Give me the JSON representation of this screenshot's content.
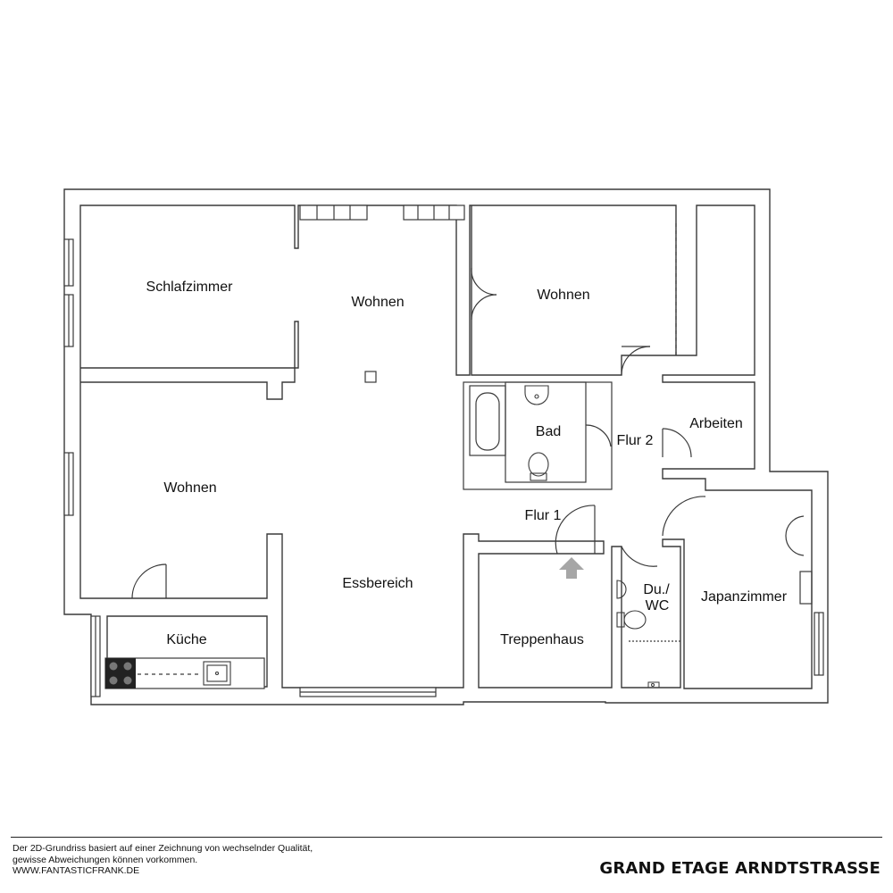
{
  "rooms": {
    "schlafzimmer": "Schlafzimmer",
    "wohnen_top_center": "Wohnen",
    "wohnen_top_right": "Wohnen",
    "wohnen_left": "Wohnen",
    "essbereich": "Essbereich",
    "kueche": "Küche",
    "bad": "Bad",
    "flur2": "Flur 2",
    "arbeiten": "Arbeiten",
    "flur1": "Flur 1",
    "treppenhaus": "Treppenhaus",
    "du_wc_line1": "Du./",
    "du_wc_line2": "WC",
    "japanzimmer": "Japanzimmer"
  },
  "footer": {
    "disclaimer_line1": "Der 2D-Grundriss basiert auf einer Zeichnung von wechselnder Qualität,",
    "disclaimer_line2": "gewisse Abweichungen können vorkommen.",
    "website": "WWW.FANTASTICFRANK.DE",
    "title": "GRAND ETAGE ARNDTSTRASSE"
  },
  "colors": {
    "wall": "#ffffff",
    "line": "#3a3a3a",
    "entrance_arrow": "#a6a6a6"
  },
  "icons": [
    "entrance-arrow-icon",
    "bathtub-icon",
    "washbasin-icon",
    "toilet-icon",
    "stove-icon",
    "kitchen-sink-icon"
  ]
}
